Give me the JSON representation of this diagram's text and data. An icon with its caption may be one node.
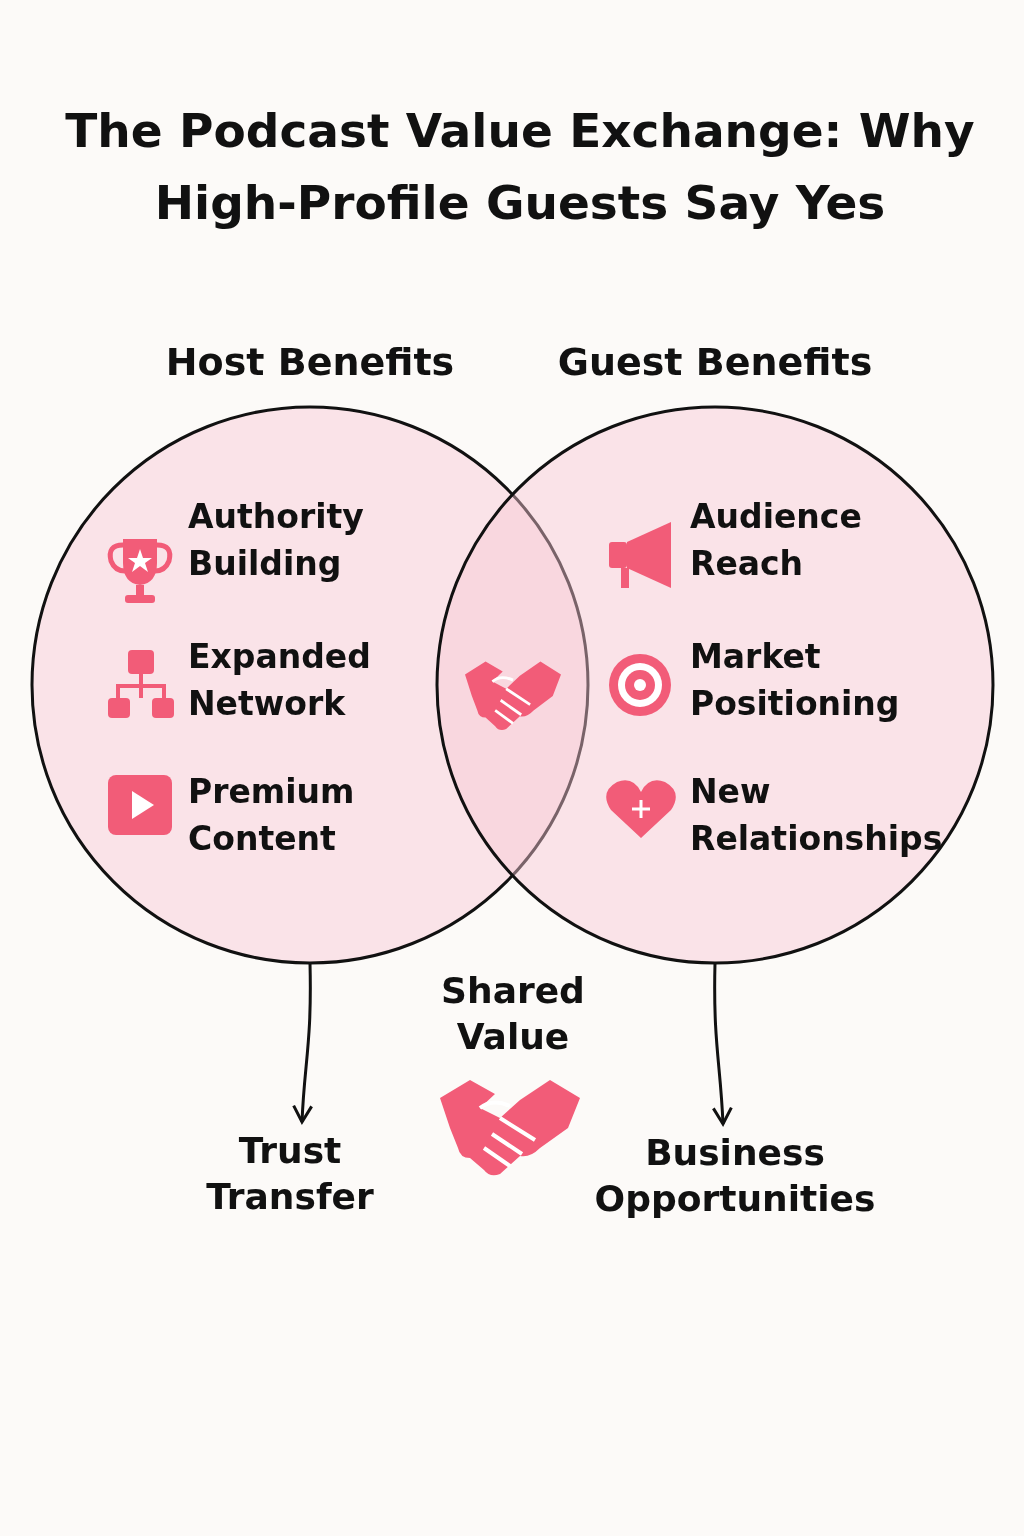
{
  "diagram": {
    "title": "The Podcast Value Exchange: Why High-Profile Guests Say Yes",
    "nodes": [
      {
        "text": [
          "Host Benefits",
          "Authority Building",
          "Expanded Network",
          "Premium Content"
        ]
      },
      {
        "text": [
          "Guest Benefits",
          "Audience Reach",
          "Market Positioning",
          "New Relationships"
        ]
      },
      {
        "text": [
          "Trust Transfer"
        ]
      },
      {
        "text": [
          "Business Opportunities"
        ]
      }
    ],
    "edges": [
      {
        "from": 0,
        "to": 2,
        "arrow": "to"
      },
      {
        "from": 1,
        "to": 3,
        "arrow": "to"
      }
    ],
    "labels": [
      "Shared Value"
    ]
  }
}
